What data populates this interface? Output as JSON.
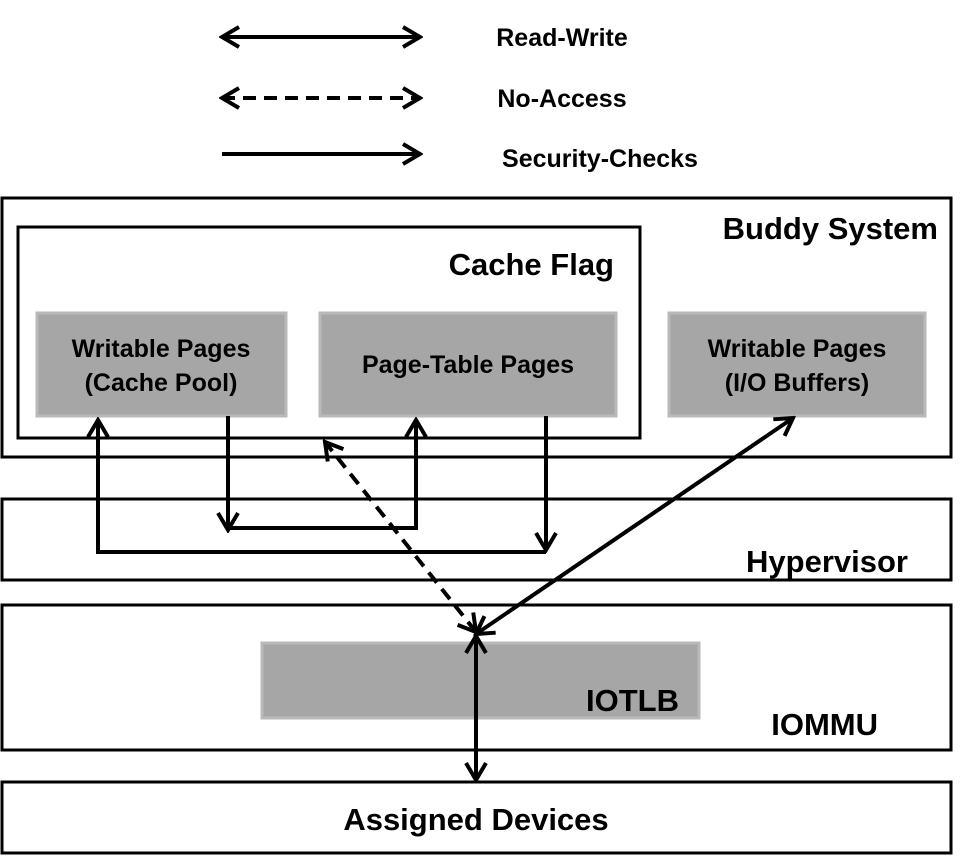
{
  "legend": {
    "read_write": "Read-Write",
    "no_access": "No-Access",
    "security_checks": "Security-Checks"
  },
  "layers": {
    "buddy_system": "Buddy System",
    "cache_flag": "Cache Flag",
    "hypervisor": "Hypervisor",
    "iommu": "IOMMU",
    "assigned_devices": "Assigned Devices"
  },
  "blocks": {
    "cache_pool_line1": "Writable Pages",
    "cache_pool_line2": "(Cache Pool)",
    "page_table": "Page-Table Pages",
    "io_buffers_line1": "Writable Pages",
    "io_buffers_line2": "(I/O Buffers)",
    "iotlb": "IOTLB"
  },
  "colors": {
    "block_fill": "#a6a6a6",
    "line": "#000000"
  }
}
